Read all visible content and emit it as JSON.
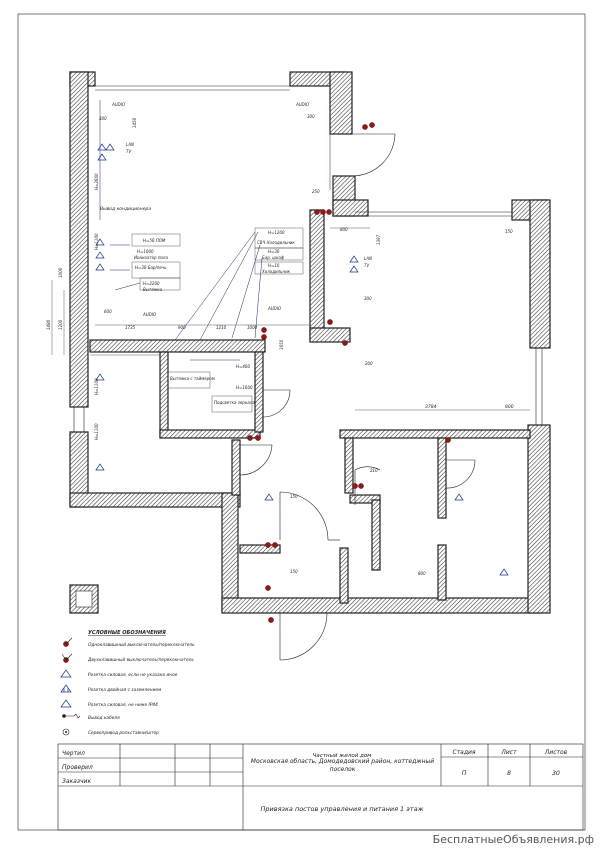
{
  "plan": {
    "rooms_labels": {
      "vyvod_kond": "Вывод кондиционера",
      "vytyazhka": "Вытяжка с таймером",
      "podsvet": "Подсветка зеркала"
    },
    "callouts_left": [
      "Н=50 ПОМ",
      "Н=1000",
      "Ионизатор пола",
      "Н=30 Бар/печь",
      "Н=2200",
      "Вытяжка"
    ],
    "callouts_center": [
      "Н=1200",
      "СВЧ-Холодильник",
      "Н=30",
      "Бар. шкаф",
      "Н=10",
      "Холодильник"
    ],
    "dims": {
      "d300a": "300",
      "d1450": "1450",
      "d2600": "Н=2600",
      "d1100a": "Н=1100",
      "d300b": "300",
      "d800": "800",
      "d1397": "1397",
      "d300c": "300",
      "d600": "600",
      "d1735": "1735",
      "d900": "900",
      "d1210": "1210",
      "d1000": "1000",
      "d1480": "1480",
      "d1200": "1200",
      "d1000b": "1000",
      "d3784": "3784",
      "d800b": "800",
      "d250": "250",
      "d150a": "150",
      "d150b": "150",
      "d800c": "800",
      "d1650": "1650",
      "d1100b": "Н=1100",
      "d1100c": "Н=1100",
      "d400": "Н=400",
      "d1600": "Н=1600",
      "d210": "210",
      "d200": "200",
      "d150c": "150"
    },
    "tags": {
      "audio1": "AUDIO",
      "audio2": "AUDIO",
      "audio3": "AUDIO",
      "audio4": "AUDIO",
      "lan1": "LAN",
      "tv1": "TV",
      "lan2": "LAN",
      "tv2": "TV"
    }
  },
  "legend": {
    "title": "УСЛОВНЫЕ ОБОЗНАЧЕНИЯ",
    "items": [
      "Одноклавишный выключатель/переключатель",
      "Двухклавишный выключатель/переключатель",
      "Розетка силовая, если не указано иное",
      "Розетка двойная с заземлением",
      "Розетка силовая, не ниже IP44",
      "Вывод кабеля",
      "Сервопривод рольставни/штор"
    ]
  },
  "title_block": {
    "roles": [
      "Чертил",
      "Проверил",
      "Заказчик"
    ],
    "project": "Частный жилой дом",
    "address": "Московская область, Домодедовский район, коттеджный поселок",
    "col_stage": "Стадия",
    "col_sheet": "Лист",
    "col_sheets": "Листов",
    "stage": "П",
    "sheet": "8",
    "sheets": "30",
    "drawing_title": "Привязка постов управления и питания 1 этаж"
  },
  "watermark": "БесплатныеОбъявления.рф"
}
